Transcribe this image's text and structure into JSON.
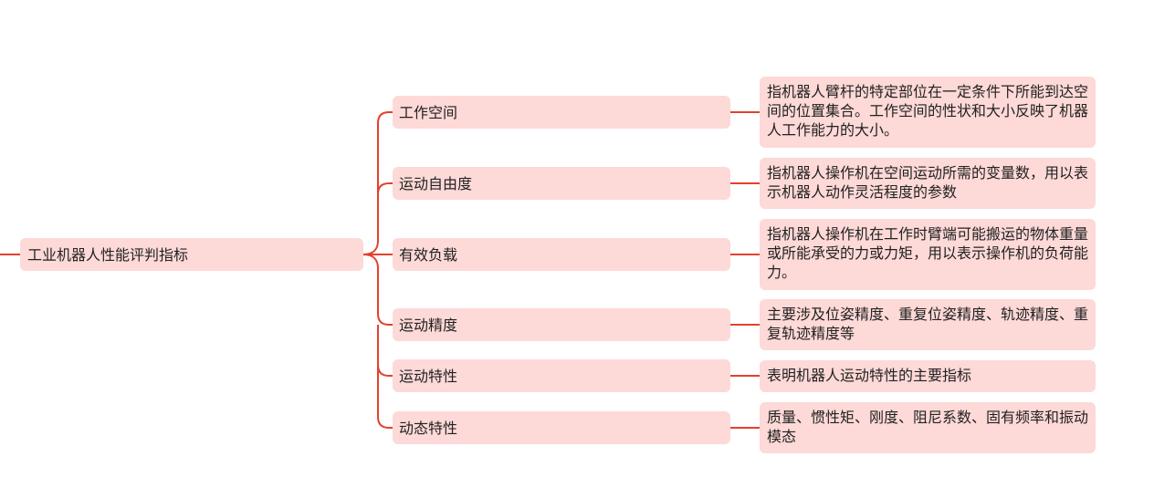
{
  "theme": {
    "node_fill": "#fdd9d7",
    "line_color": "#e2412c"
  },
  "root": {
    "label": "工业机器人性能评判指标"
  },
  "branches": [
    {
      "label": "工作空间",
      "detail": "指机器人臂杆的特定部位在一定条件下所能到达空间的位置集合。工作空间的性状和大小反映了机器人工作能力的大小。"
    },
    {
      "label": "运动自由度",
      "detail": "指机器人操作机在空间运动所需的变量数，用以表示机器人动作灵活程度的参数"
    },
    {
      "label": "有效负载",
      "detail": "指机器人操作机在工作时臂端可能搬运的物体重量或所能承受的力或力矩，用以表示操作机的负荷能力。"
    },
    {
      "label": "运动精度",
      "detail": "主要涉及位姿精度、重复位姿精度、轨迹精度、重复轨迹精度等"
    },
    {
      "label": "运动特性",
      "detail": "表明机器人运动特性的主要指标"
    },
    {
      "label": "动态特性",
      "detail": "质量、惯性矩、刚度、阻尼系数、固有频率和振动模态"
    }
  ]
}
